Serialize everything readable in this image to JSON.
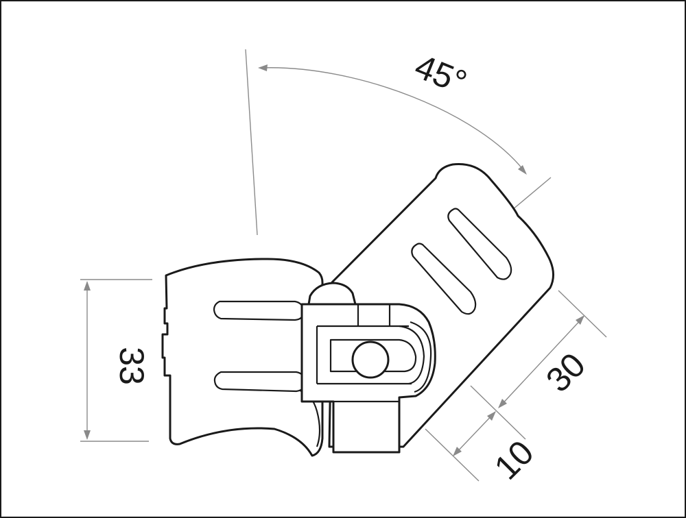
{
  "drawing": {
    "dimensions": {
      "angle": "45°",
      "height": "33",
      "width_a": "30",
      "width_b": "10"
    },
    "colors": {
      "frame": "#1a1a1a",
      "outline": "#1a1a1a",
      "dimension_line": "#8a8a8a",
      "background": "#ffffff"
    }
  }
}
